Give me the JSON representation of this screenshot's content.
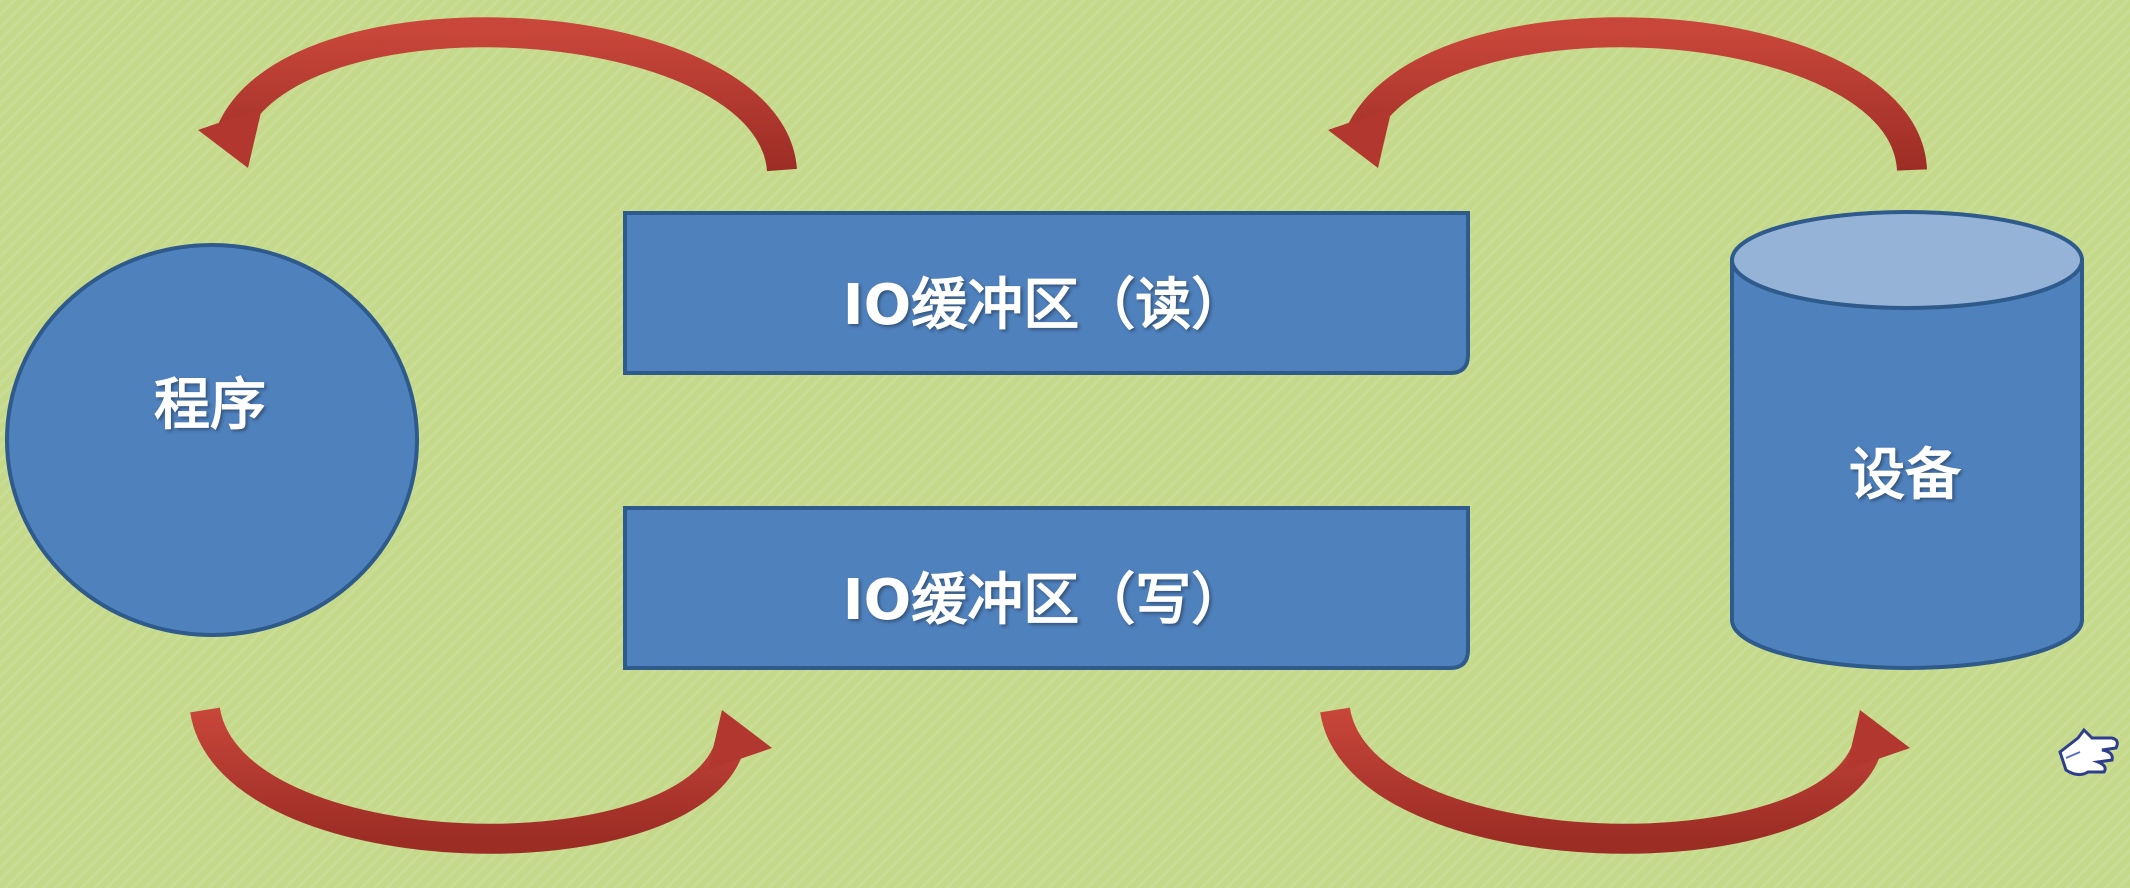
{
  "nodes": {
    "program": "程序",
    "buffer_read": "IO缓冲区（读）",
    "buffer_write": "IO缓冲区（写）",
    "device": "设备"
  },
  "colors": {
    "background": "#c4d98a",
    "shape_fill": "#4f81bd",
    "shape_stroke": "#2e5a8c",
    "cylinder_top": "#95b3d7",
    "arrow": "#b2372e",
    "arrow_dark": "#8a2520"
  }
}
